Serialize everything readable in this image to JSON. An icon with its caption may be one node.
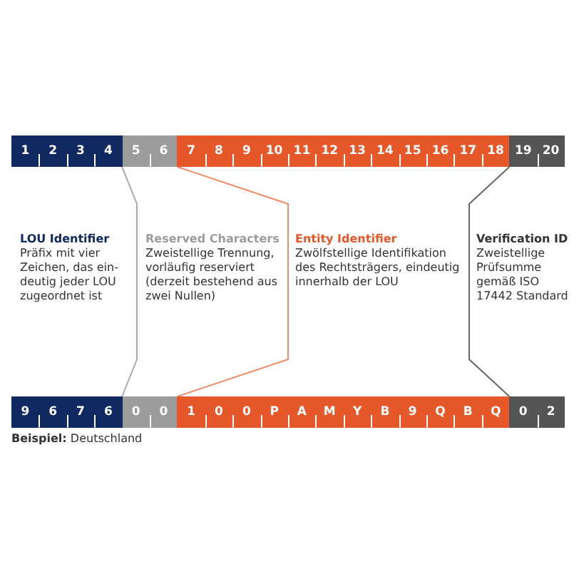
{
  "diagram": {
    "nodes": [
      {
        "text": [
          "1",
          "2",
          "3",
          "4"
        ]
      },
      {
        "text": [
          "5",
          "6"
        ]
      },
      {
        "text": [
          "7",
          "8",
          "9",
          "10",
          "11",
          "12",
          "13",
          "14",
          "15",
          "16",
          "17",
          "18"
        ]
      },
      {
        "text": [
          "19",
          "20"
        ]
      },
      {
        "text": [
          "9",
          "6",
          "7",
          "6"
        ]
      },
      {
        "text": [
          "0",
          "0"
        ]
      },
      {
        "text": [
          "1",
          "0",
          "0",
          "P",
          "A",
          "M",
          "Y",
          "B",
          "9",
          "Q",
          "B",
          "Q"
        ]
      },
      {
        "text": [
          "0",
          "2"
        ]
      }
    ],
    "labels": [
      "LOU Identifier",
      "Präfix mit vier Zeichen, das ein- deutig jeder LOU zugeordnet ist",
      "Reserved Characters",
      "Zweistellige Trennung, vorläufig reserviert (derzeit bestehend aus zwei Nullen)",
      "Entity Identifier",
      "Zwölfstellige Identifikation des Rechtsträgers, eindeutig innerhalb der LOU",
      "Verification ID",
      "Zweistellige Prüfsumme gemäß ISO 17442 Standard",
      "**Beispiel:** Deutschland"
    ]
  }
}
